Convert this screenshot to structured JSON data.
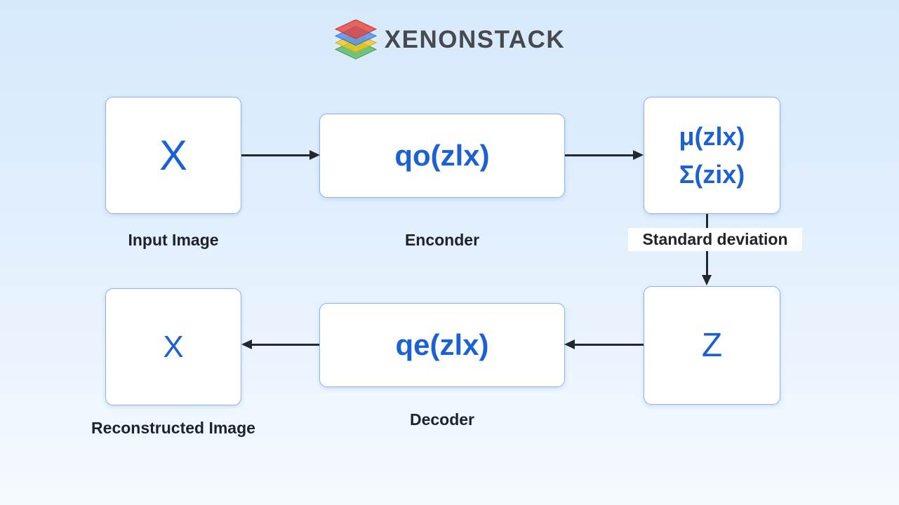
{
  "logo": {
    "text": "XENONSTACK",
    "icon": "stacked-layers-icon",
    "layer_colors": [
      "#e94235",
      "#4c8df6",
      "#f5c518",
      "#58b85c"
    ]
  },
  "diagram": {
    "title_implied": "Variational Autoencoder flow",
    "input": {
      "formula": "X",
      "label": "Input Image"
    },
    "encoder": {
      "formula": "qo(zlx)",
      "label": "Enconder"
    },
    "latent_params": {
      "line1": "μ(zlx)",
      "line2": "Σ(zix)",
      "label": "Standard deviation"
    },
    "latent": {
      "formula": "Z"
    },
    "decoder": {
      "formula": "qe(zlx)",
      "label": "Decoder"
    },
    "reconstruction": {
      "formula": "X",
      "label": "Reconstructed Image"
    }
  },
  "colors": {
    "background_top": "#d6e9fc",
    "background_bottom": "#f5fafe",
    "box_fill": "#ffffff",
    "box_border": "#8fb4e3",
    "formula_blue": "#1b61d1",
    "label_dark": "#1d222b",
    "arrow": "#23272f",
    "logo_text": "#46494e"
  }
}
